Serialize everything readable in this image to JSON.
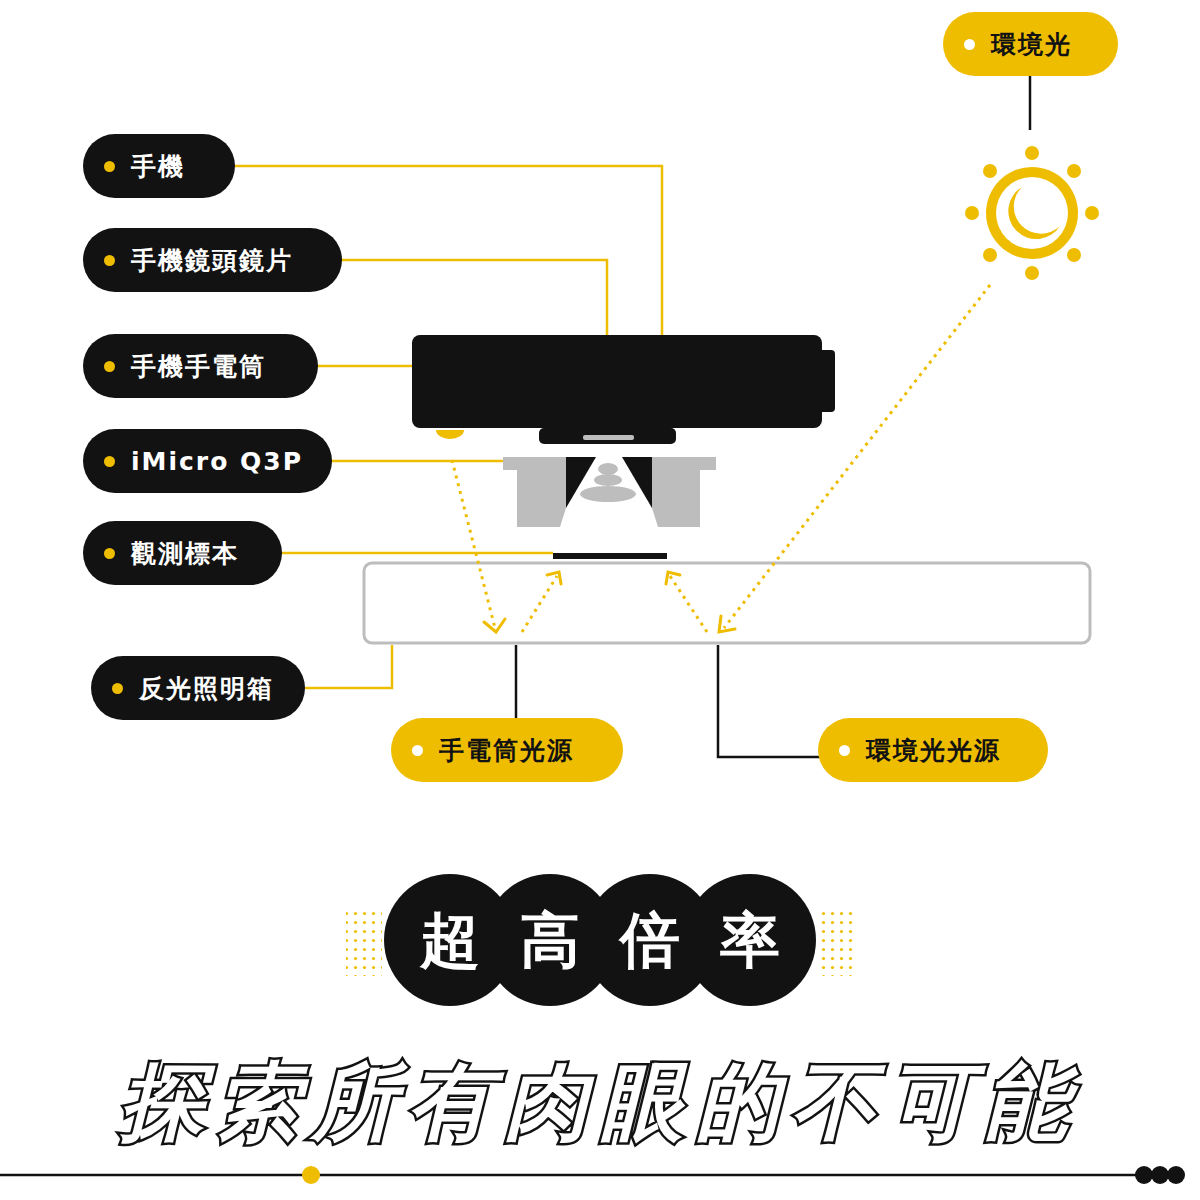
{
  "diagram": {
    "title": "超高倍率",
    "caption": "探索所有肉眼的不可能",
    "nodes": [
      {
        "text": [
          "環境光"
        ]
      },
      {
        "text": [
          "手機"
        ]
      },
      {
        "text": [
          "手機鏡頭鏡片"
        ]
      },
      {
        "text": [
          "手機手電筒"
        ]
      },
      {
        "text": [
          "iMicro Q3P"
        ]
      },
      {
        "text": [
          "觀測標本"
        ]
      },
      {
        "text": [
          "反光照明箱"
        ]
      },
      {
        "text": [
          "手電筒光源"
        ]
      },
      {
        "text": [
          "環境光光源"
        ]
      }
    ]
  }
}
